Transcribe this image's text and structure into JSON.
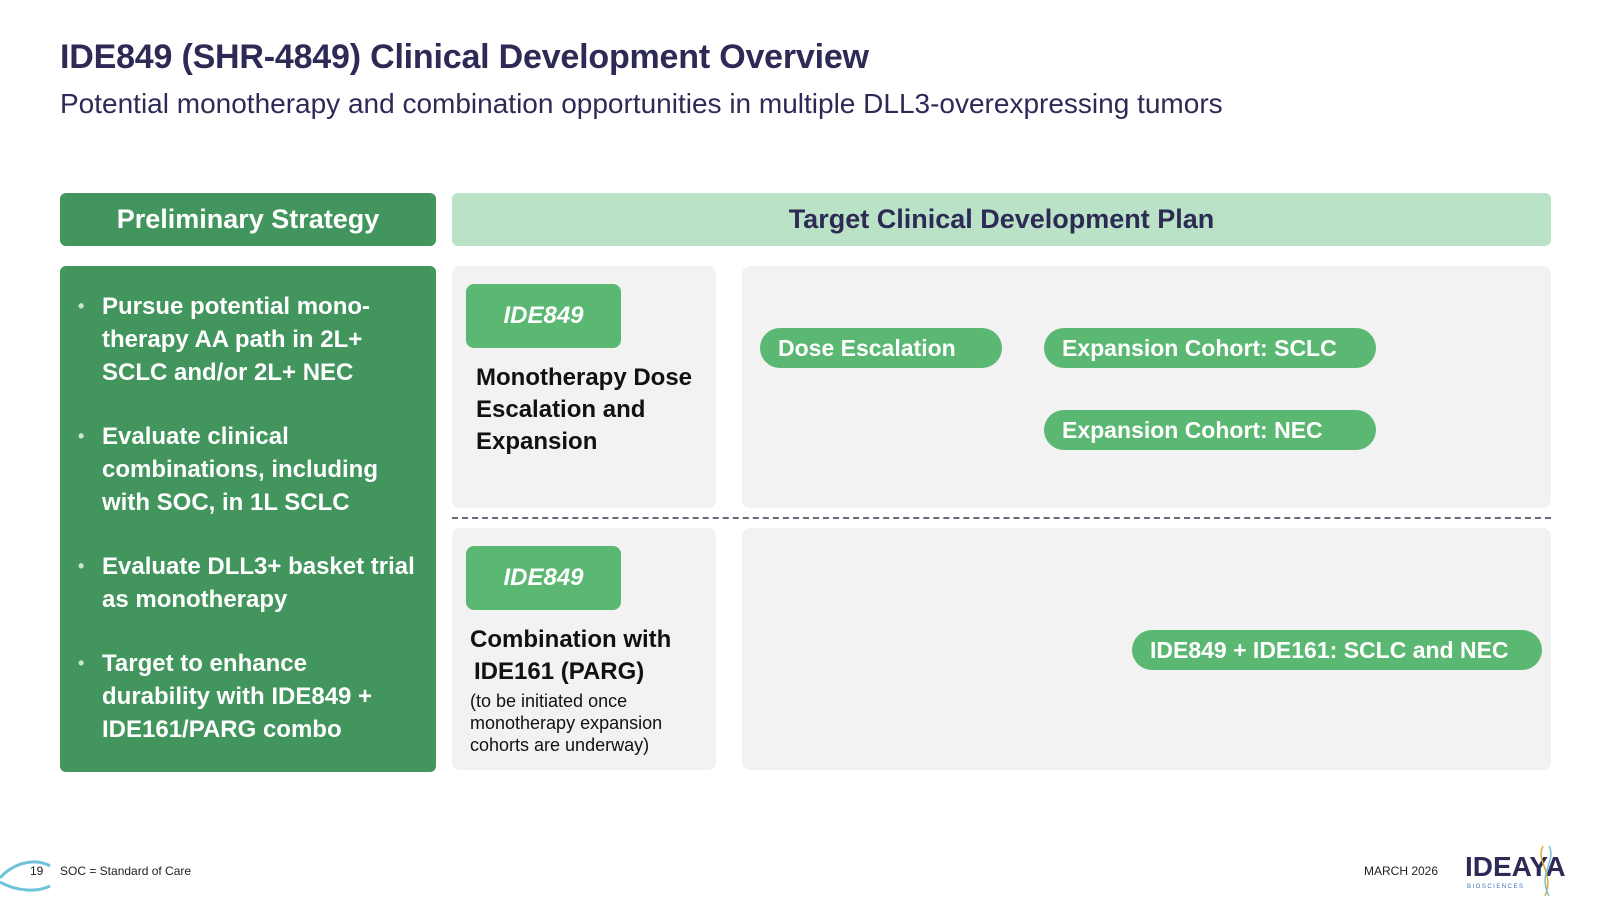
{
  "header": {
    "title": "IDE849 (SHR-4849) Clinical Development Overview",
    "subtitle": "Potential monotherapy and combination opportunities in multiple DLL3-overexpressing tumors"
  },
  "strategy": {
    "heading": "Preliminary Strategy",
    "bullets": [
      "Pursue potential mono-therapy AA path in 2L+ SCLC and/or 2L+ NEC",
      "Evaluate clinical combinations, including with SOC, in 1L SCLC",
      "Evaluate DLL3+ basket trial as monotherapy",
      "Target to enhance durability with IDE849 + IDE161/PARG combo"
    ]
  },
  "plan": {
    "heading": "Target Clinical Development Plan",
    "monotherapy": {
      "label": "IDE849",
      "heading": "Monotherapy Dose Escalation and Expansion",
      "tags": [
        "Dose Escalation",
        "Expansion Cohort: SCLC",
        "Expansion Cohort:  NEC"
      ]
    },
    "combination": {
      "label": "IDE849",
      "heading_line1": "Combination with",
      "heading_line2": "IDE161 (PARG)",
      "note": "(to be initiated once monotherapy expansion cohorts are underway)",
      "tags": [
        "IDE849 + IDE161: SCLC and NEC"
      ]
    }
  },
  "footer": {
    "page_number": "19",
    "note": "SOC = Standard of Care",
    "date": "MARCH 2026",
    "logo_text": "IDEAYA",
    "logo_subtext": "BIOSCIENCES"
  },
  "colors": {
    "title": "#2d2a56",
    "dark_green": "#41955d",
    "light_green": "#b9e2c6",
    "pill_green": "#5bb872",
    "card_gray": "#f2f2f2",
    "accent_blue": "#6fc3d8"
  }
}
